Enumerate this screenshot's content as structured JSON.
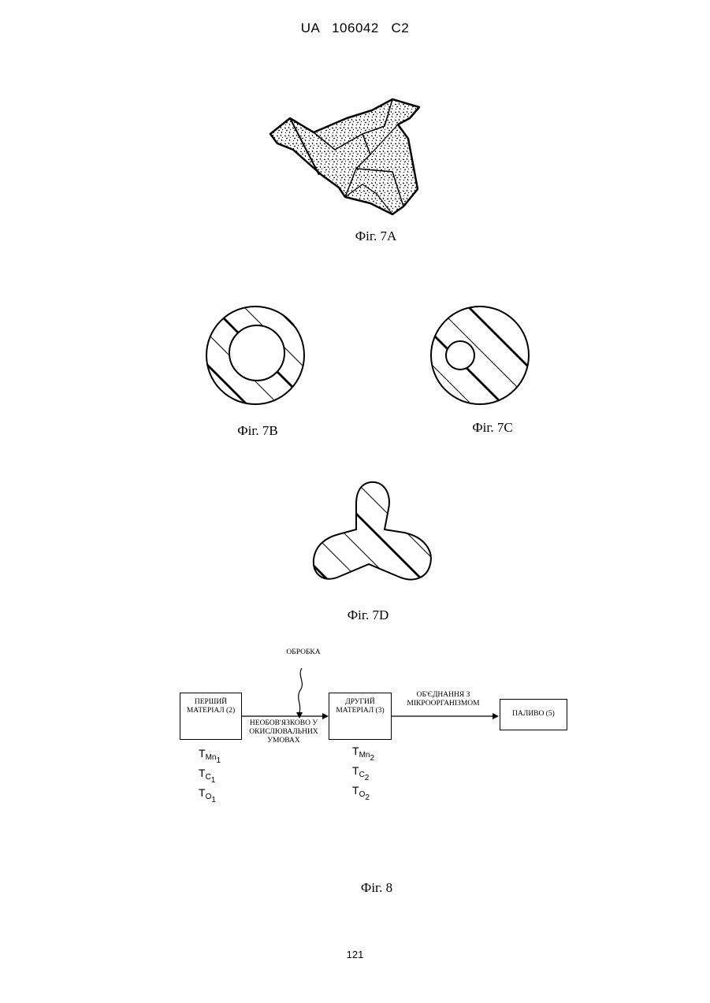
{
  "header": {
    "code": "UA   106042   C2"
  },
  "figures": {
    "fig7a": "Фіг. 7А",
    "fig7b": "Фіг. 7В",
    "fig7c": "Фіг. 7С",
    "fig7d": "Фіг. 7D",
    "fig8": "Фіг. 8"
  },
  "flow": {
    "processing_label": "ОБРОБКА",
    "box1": {
      "line1": "ПЕРШИЙ",
      "line2": "МАТЕРІАЛ (2)"
    },
    "box2": {
      "line1": "ДРУГИЙ",
      "line2": "МАТЕРІАЛ (3)"
    },
    "box3": {
      "line1": "ПАЛИВО (5)"
    },
    "arrow1_label": {
      "line1": "НЕОБОВ'ЯЗКОВО У",
      "line2": "ОКИСЛЮВАЛЬНИХ",
      "line3": "УМОВАХ"
    },
    "arrow2_label": {
      "line1": "ОБ'ЄДНАННЯ З",
      "line2": "МІКРООРГАНІЗМОМ"
    },
    "left_vars": [
      {
        "base": "T",
        "sub": "Mn",
        "subsub": "1"
      },
      {
        "base": "T",
        "sub": "C",
        "subsub": "1"
      },
      {
        "base": "T",
        "sub": "O",
        "subsub": "1"
      }
    ],
    "right_vars": [
      {
        "base": "T",
        "sub": "Mn",
        "subsub": "2"
      },
      {
        "base": "T",
        "sub": "C",
        "subsub": "2"
      },
      {
        "base": "T",
        "sub": "O",
        "subsub": "2"
      }
    ]
  },
  "footer": {
    "page_number": "121"
  }
}
